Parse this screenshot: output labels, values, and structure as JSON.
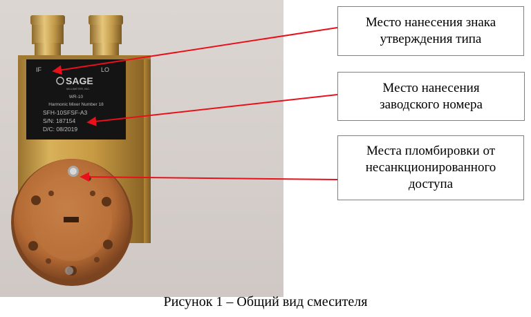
{
  "figure": {
    "label_text": {
      "if_port": "IF",
      "lo_port": "LO",
      "brand": "SAGE",
      "brand_sub": "MILLIMETER, INC.",
      "band": "WR-10",
      "product": "Harmonic Mixer Number 18",
      "model": "SFH-10SFSF-A3",
      "serial": "S/N: 187154",
      "date_code": "D/C: 08/2019"
    }
  },
  "callouts": [
    {
      "lines": [
        "Место нанесения знака",
        "утверждения типа"
      ]
    },
    {
      "lines": [
        "Место нанесения",
        "заводского номера"
      ]
    },
    {
      "lines": [
        "Места пломбировки от",
        "несанкционированного",
        "доступа"
      ]
    }
  ],
  "caption": "Рисунок 1 – Общий вид смесителя",
  "colors": {
    "arrow": "#e8101a",
    "brass": "#c9a046",
    "copper": "#b06a34",
    "label_black": "#141414"
  }
}
